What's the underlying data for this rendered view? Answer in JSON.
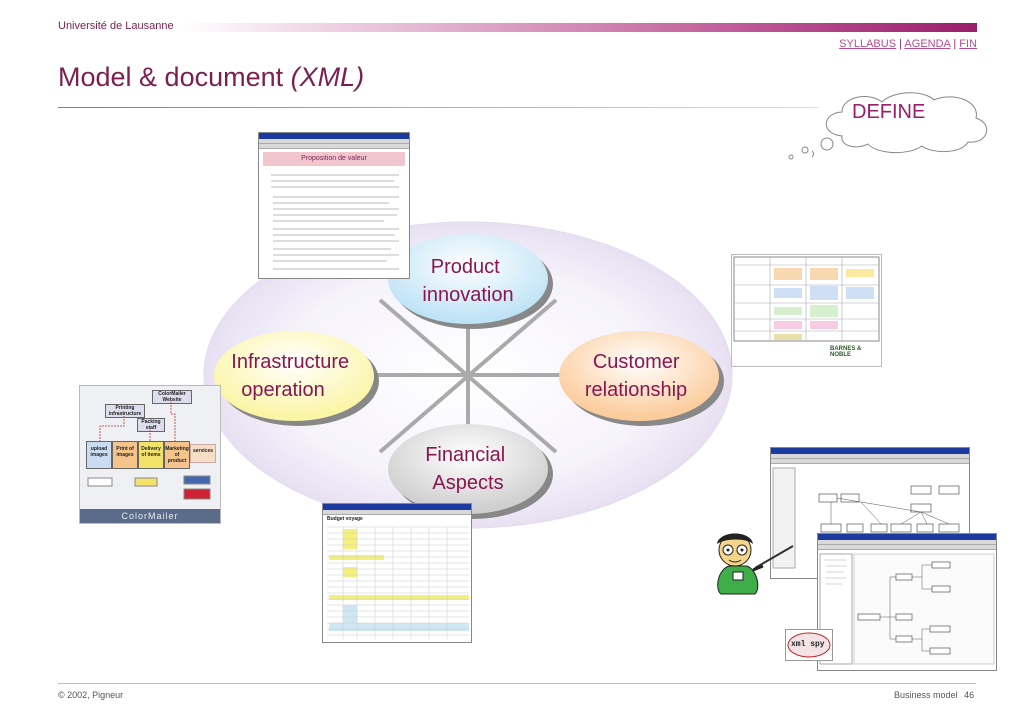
{
  "header": {
    "university": "Université de Lausanne",
    "nav": {
      "syllabus": "SYLLABUS",
      "sep1": "|",
      "agenda": "AGENDA",
      "sep2": "|",
      "fin": "FIN"
    },
    "title": "Model & document",
    "title_italic": "(XML)"
  },
  "callout": {
    "label": "DEFINE"
  },
  "diagram": {
    "nodes": {
      "product": [
        "Product",
        "innovation"
      ],
      "infrastructure": [
        "Infrastructure",
        "operation"
      ],
      "customer": [
        "Customer",
        "relationship"
      ],
      "financial": [
        "Financial",
        "Aspects"
      ]
    }
  },
  "doc_proposition": {
    "heading": "Proposition de valeur"
  },
  "spreadsheet": {
    "heading": "Budget voyage"
  },
  "colormailer": {
    "website": "ColorMailer Website",
    "printing": "Printing infrastructure",
    "packing": "Packing staff",
    "steps": [
      "upload images",
      "Print of images",
      "Delivery of items",
      "Marketing of product",
      "services"
    ],
    "brand": "ColorMailer"
  },
  "barnes": {
    "logo": "BARNES & NOBLE"
  },
  "spy": {
    "label": "xml spy"
  },
  "footer": {
    "left": "© 2002, Pigneur",
    "right": "Business model",
    "page": "46"
  }
}
